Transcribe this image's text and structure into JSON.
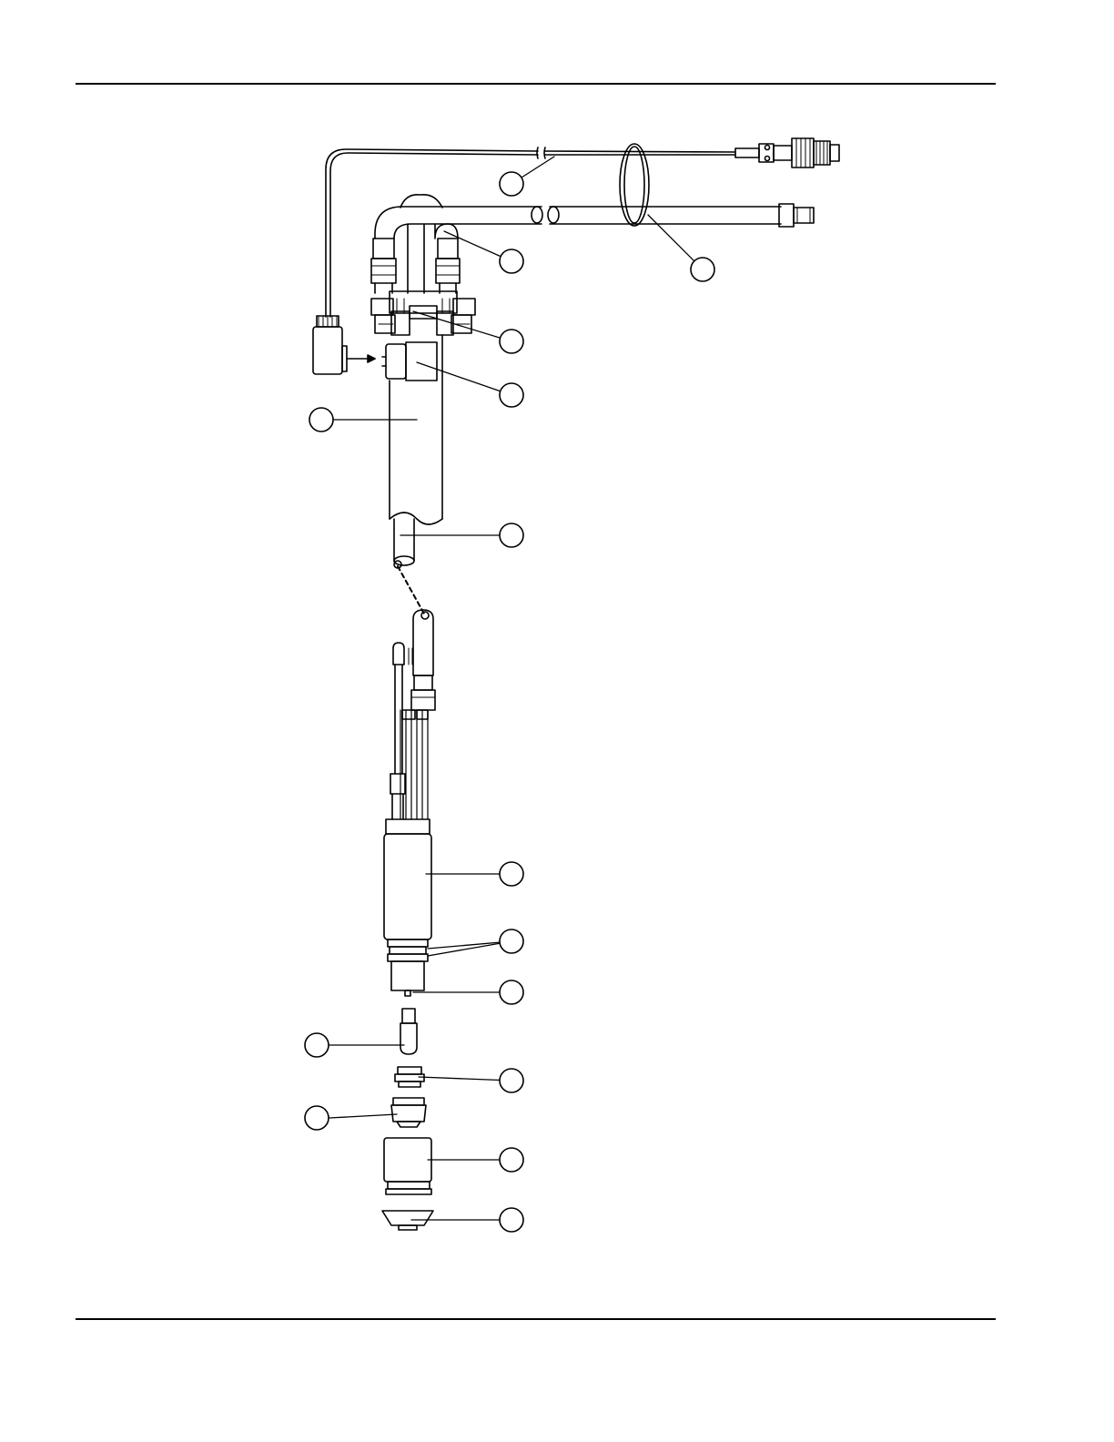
{
  "page": {
    "title": "",
    "footer_text": ""
  },
  "diagram": {
    "type": "exploded-parts-view",
    "callouts": [
      {
        "id": "c-cable",
        "label": ""
      },
      {
        "id": "c-hose-pair",
        "label": ""
      },
      {
        "id": "c-hose-sleeve",
        "label": ""
      },
      {
        "id": "c-manifold",
        "label": ""
      },
      {
        "id": "c-valve",
        "label": ""
      },
      {
        "id": "c-lead-tube",
        "label": ""
      },
      {
        "id": "c-lead-set",
        "label": ""
      },
      {
        "id": "c-torch-body",
        "label": ""
      },
      {
        "id": "c-o-rings",
        "label": ""
      },
      {
        "id": "c-water-tube",
        "label": ""
      },
      {
        "id": "c-electrode",
        "label": ""
      },
      {
        "id": "c-swirl-ring",
        "label": ""
      },
      {
        "id": "c-nozzle",
        "label": ""
      },
      {
        "id": "c-retaining-cap",
        "label": ""
      },
      {
        "id": "c-shield",
        "label": ""
      }
    ]
  },
  "colors": {
    "line": "#000000",
    "background": "#ffffff"
  }
}
